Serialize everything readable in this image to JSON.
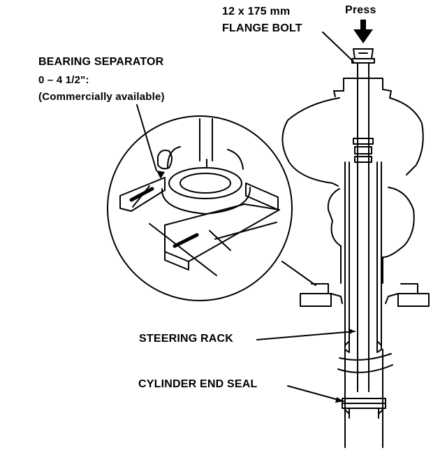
{
  "labels": {
    "bolt_size": "12 x 175 mm",
    "bolt_name": "FLANGE BOLT",
    "press": "Press",
    "separator_name": "BEARING SEPARATOR",
    "separator_size": "0 – 4 1/2\":",
    "separator_note": "(Commercially available)",
    "steering_rack": "STEERING RACK",
    "cylinder_end_seal": "CYLINDER END SEAL"
  }
}
